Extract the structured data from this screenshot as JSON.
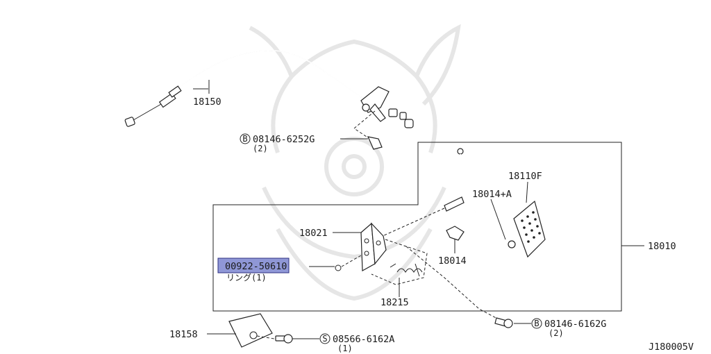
{
  "diagram_code": "J180005V",
  "callouts": {
    "cable": "18150",
    "cable_bolt_code": "08146-6252G",
    "cable_bolt_prefix": "B",
    "cable_bolt_qty": "(2)",
    "bracket": "18021",
    "ring_code": "00922-50610",
    "ring_note": "リング(1)",
    "pedal_pad": "18110F",
    "pedal_arm": "18014+A",
    "clip": "18014",
    "spring": "18215",
    "pedal_assembly": "18010",
    "assembly_bolt_code": "08146-6162G",
    "assembly_bolt_prefix": "B",
    "assembly_bolt_qty": "(2)",
    "cover": "18158",
    "screw_code": "08566-6162A",
    "screw_prefix": "S",
    "screw_qty": "(1)"
  },
  "colors": {
    "highlight": "#8f97d6",
    "line": "#222222",
    "watermark": "#e6e6e6"
  }
}
